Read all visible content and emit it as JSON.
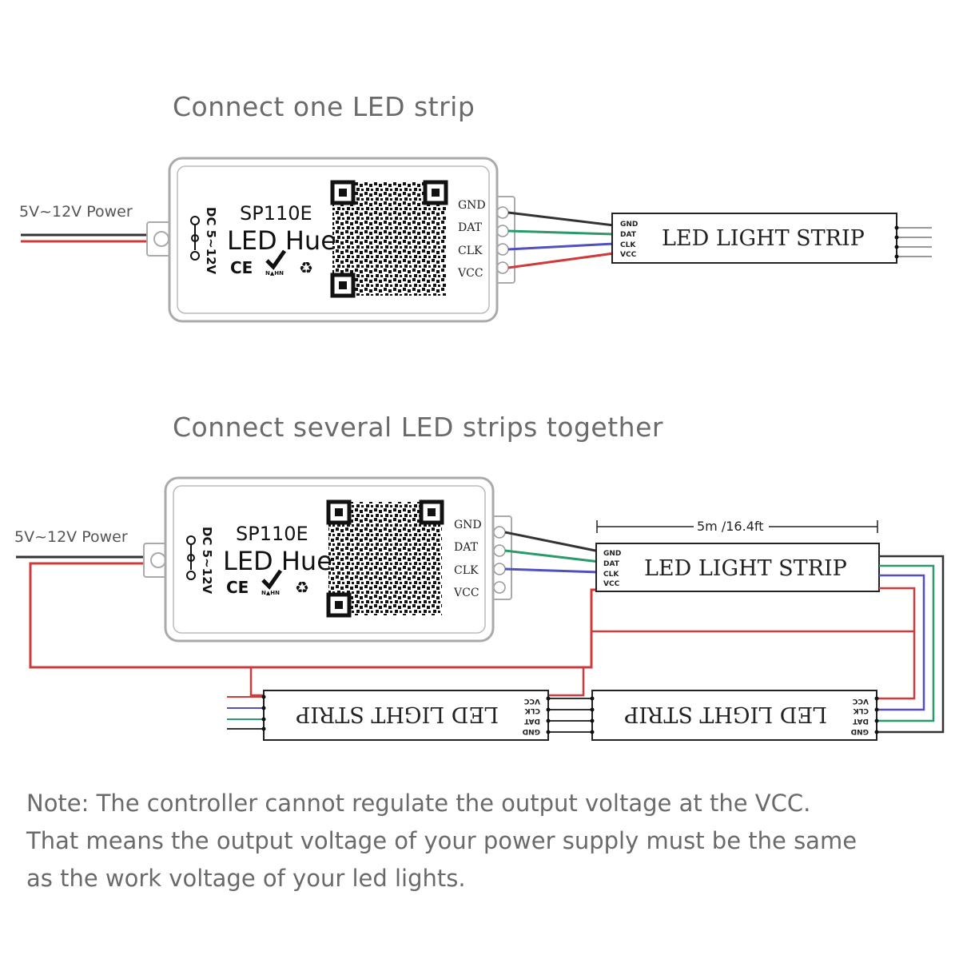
{
  "diagram_one": {
    "title": "Connect one LED strip",
    "power_label": "5V~12V Power"
  },
  "diagram_two": {
    "title": "Connect several LED strips together",
    "power_label": "5V~12V Power",
    "length_label": "5m /16.4ft"
  },
  "controller": {
    "model": "SP110E",
    "brand": "LED Hue",
    "input_rating": "DC 5~12V",
    "ce_mark": "CE",
    "compliance_mark": "N▲HN",
    "recycle_symbol": "♻",
    "terminals": [
      "GND",
      "DAT",
      "CLK",
      "VCC"
    ]
  },
  "strip": {
    "label": "LED LIGHT STRIP",
    "pins": [
      "GND",
      "DAT",
      "CLK",
      "VCC"
    ]
  },
  "wire_colors": {
    "gnd": "#333333",
    "dat": "#2a9a6a",
    "clk": "#5050c0",
    "vcc": "#d03a3a"
  },
  "note": {
    "line1": "Note:  The controller cannot regulate the output voltage at the VCC.",
    "line2": "That means the output voltage of your power supply must be the same",
    "line3": "as the work voltage of your led lights."
  }
}
